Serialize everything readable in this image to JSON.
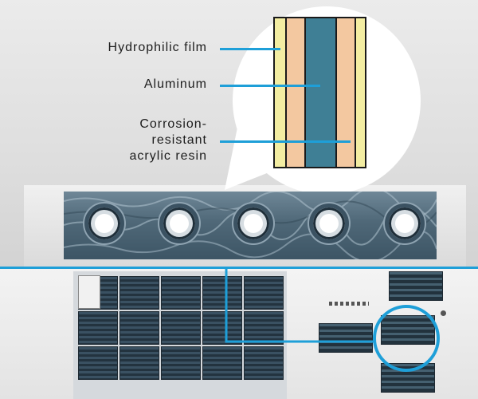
{
  "diagram": {
    "labels": {
      "hydrophilic_film": "Hydrophilic film",
      "aluminum": "Aluminum",
      "corrosion_line1": "Corrosion-",
      "corrosion_line2": "resistant",
      "corrosion_line3": "acrylic resin"
    },
    "layers": [
      "hydrophilic film",
      "corrosion-resistant acrylic resin",
      "aluminum",
      "corrosion-resistant acrylic resin",
      "hydrophilic film"
    ],
    "tube_count": 5
  },
  "colors": {
    "leader_line": "#1e9fd8",
    "hydrophilic_film": "#f3eda2",
    "acrylic_resin": "#f3c8a0",
    "aluminum": "#3f7f95",
    "unit_panel": "#e8e8e8",
    "fin_surface": "#56707f"
  }
}
